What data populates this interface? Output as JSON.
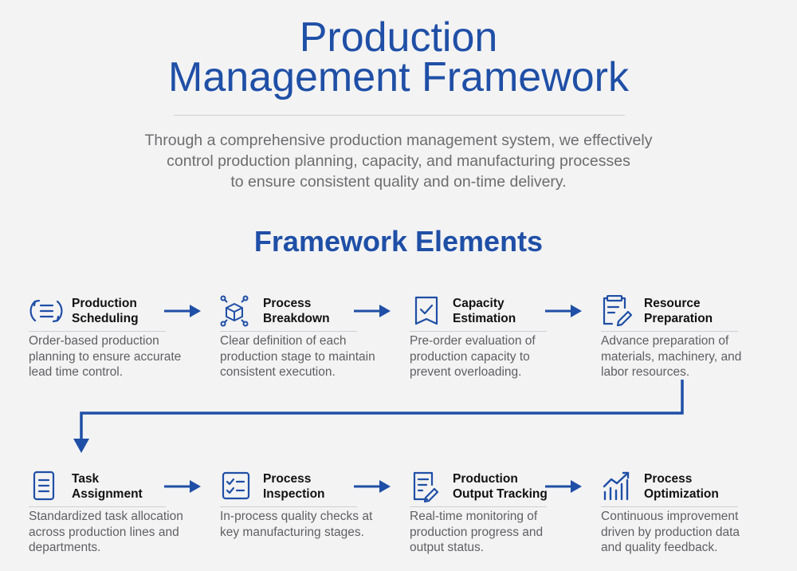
{
  "header": {
    "title_line1": "Production",
    "title_line2": "Management Framework",
    "subtitle_line1": "Through a comprehensive production management system, we effectively",
    "subtitle_line2": "control production planning, capacity, and manufacturing processes",
    "subtitle_line3": "to ensure consistent quality and on-time delivery."
  },
  "section": {
    "title": "Framework Elements"
  },
  "colors": {
    "accent": "#1f4fa6",
    "text": "#111111",
    "muted": "#5f5f63",
    "background": "#f3f3f4"
  },
  "steps": [
    {
      "icon": "cycle-list-icon",
      "label1": "Production",
      "label2": "Scheduling",
      "desc1": "Order-based production",
      "desc2": "planning to ensure accurate",
      "desc3": "lead time control."
    },
    {
      "icon": "cube-nodes-icon",
      "label1": "Process",
      "label2": "Breakdown",
      "desc1": "Clear definition of each",
      "desc2": "production stage to maintain",
      "desc3": "consistent execution."
    },
    {
      "icon": "shield-check-icon",
      "label1": "Capacity",
      "label2": "Estimation",
      "desc1": "Pre-order evaluation of",
      "desc2": "production capacity to",
      "desc3": "prevent overloading."
    },
    {
      "icon": "clipboard-edit-icon",
      "label1": "Resource",
      "label2": "Preparation",
      "desc1": "Advance preparation of",
      "desc2": "materials, machinery, and",
      "desc3": "labor resources."
    },
    {
      "icon": "document-list-icon",
      "label1": "Task",
      "label2": "Assignment",
      "desc1": "Standardized task allocation",
      "desc2": "across production lines and",
      "desc3": "departments."
    },
    {
      "icon": "checklist-icon",
      "label1": "Process",
      "label2": "Inspection",
      "desc1": "In-process quality checks at",
      "desc2": "key manufacturing stages.",
      "desc3": ""
    },
    {
      "icon": "document-pen-icon",
      "label1": "Production",
      "label2": "Output Tracking",
      "desc1": "Real-time monitoring of",
      "desc2": "production progress and",
      "desc3": "output status."
    },
    {
      "icon": "growth-chart-icon",
      "label1": "Process",
      "label2": "Optimization",
      "desc1": "Continuous improvement",
      "desc2": "driven by production data",
      "desc3": "and quality feedback."
    }
  ]
}
